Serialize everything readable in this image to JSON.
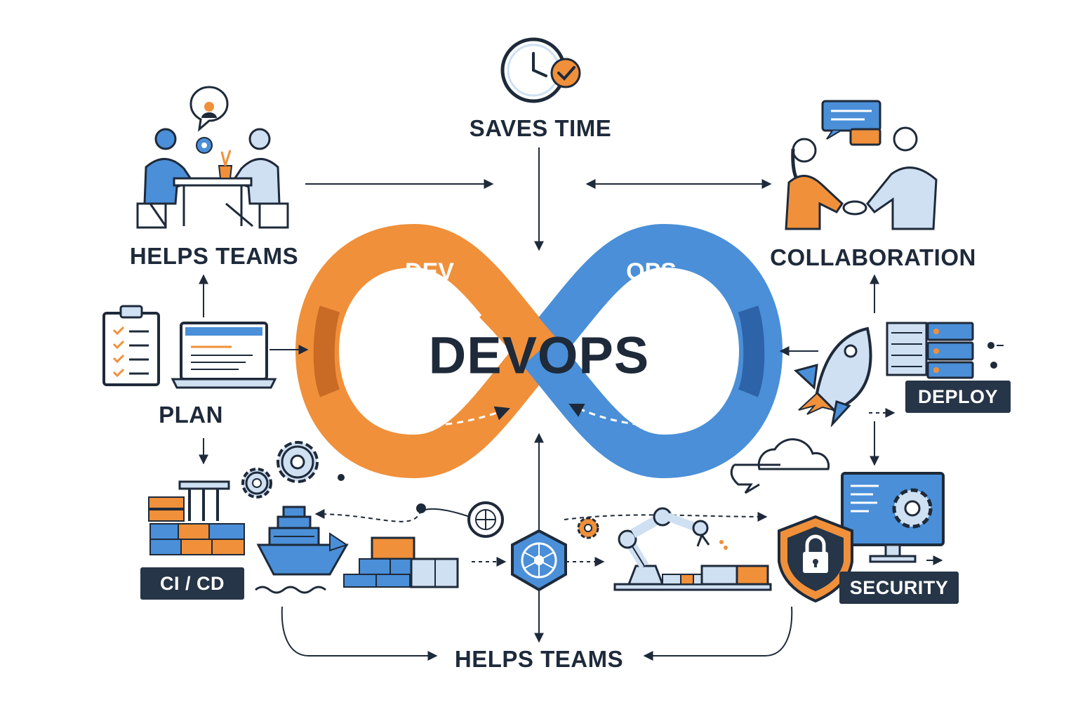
{
  "center": {
    "title": "DEVOPS",
    "left_loop": "DEV",
    "right_loop": "OPS"
  },
  "labels": {
    "saves_time": "SAVES TIME",
    "helps_teams_top": "HELPS TEAMS",
    "collaboration": "COLLABORATION",
    "plan": "PLAN",
    "deploy": "DEPLOY",
    "ci_cd": "CI / CD",
    "security": "SECURITY",
    "helps_teams_bottom": "HELPS TEAMS"
  },
  "colors": {
    "orange": "#f0903a",
    "orange_dark": "#c96a25",
    "blue": "#4a8fd8",
    "blue_dark": "#2d63a8",
    "navy": "#263547",
    "ink": "#1e2a3a",
    "light_blue": "#cfe0f3"
  },
  "icons": [
    "clock-check-icon",
    "team-meeting-icon",
    "handshake-collaboration-icon",
    "clipboard-checklist-icon",
    "laptop-code-icon",
    "rocket-icon",
    "server-rack-icon",
    "gears-icon",
    "container-ship-icon",
    "cloud-icon",
    "monitor-gear-icon",
    "security-shield-lock-icon",
    "robot-arm-icon",
    "kubernetes-helm-icon",
    "network-node-icon",
    "cargo-crates-icon"
  ]
}
